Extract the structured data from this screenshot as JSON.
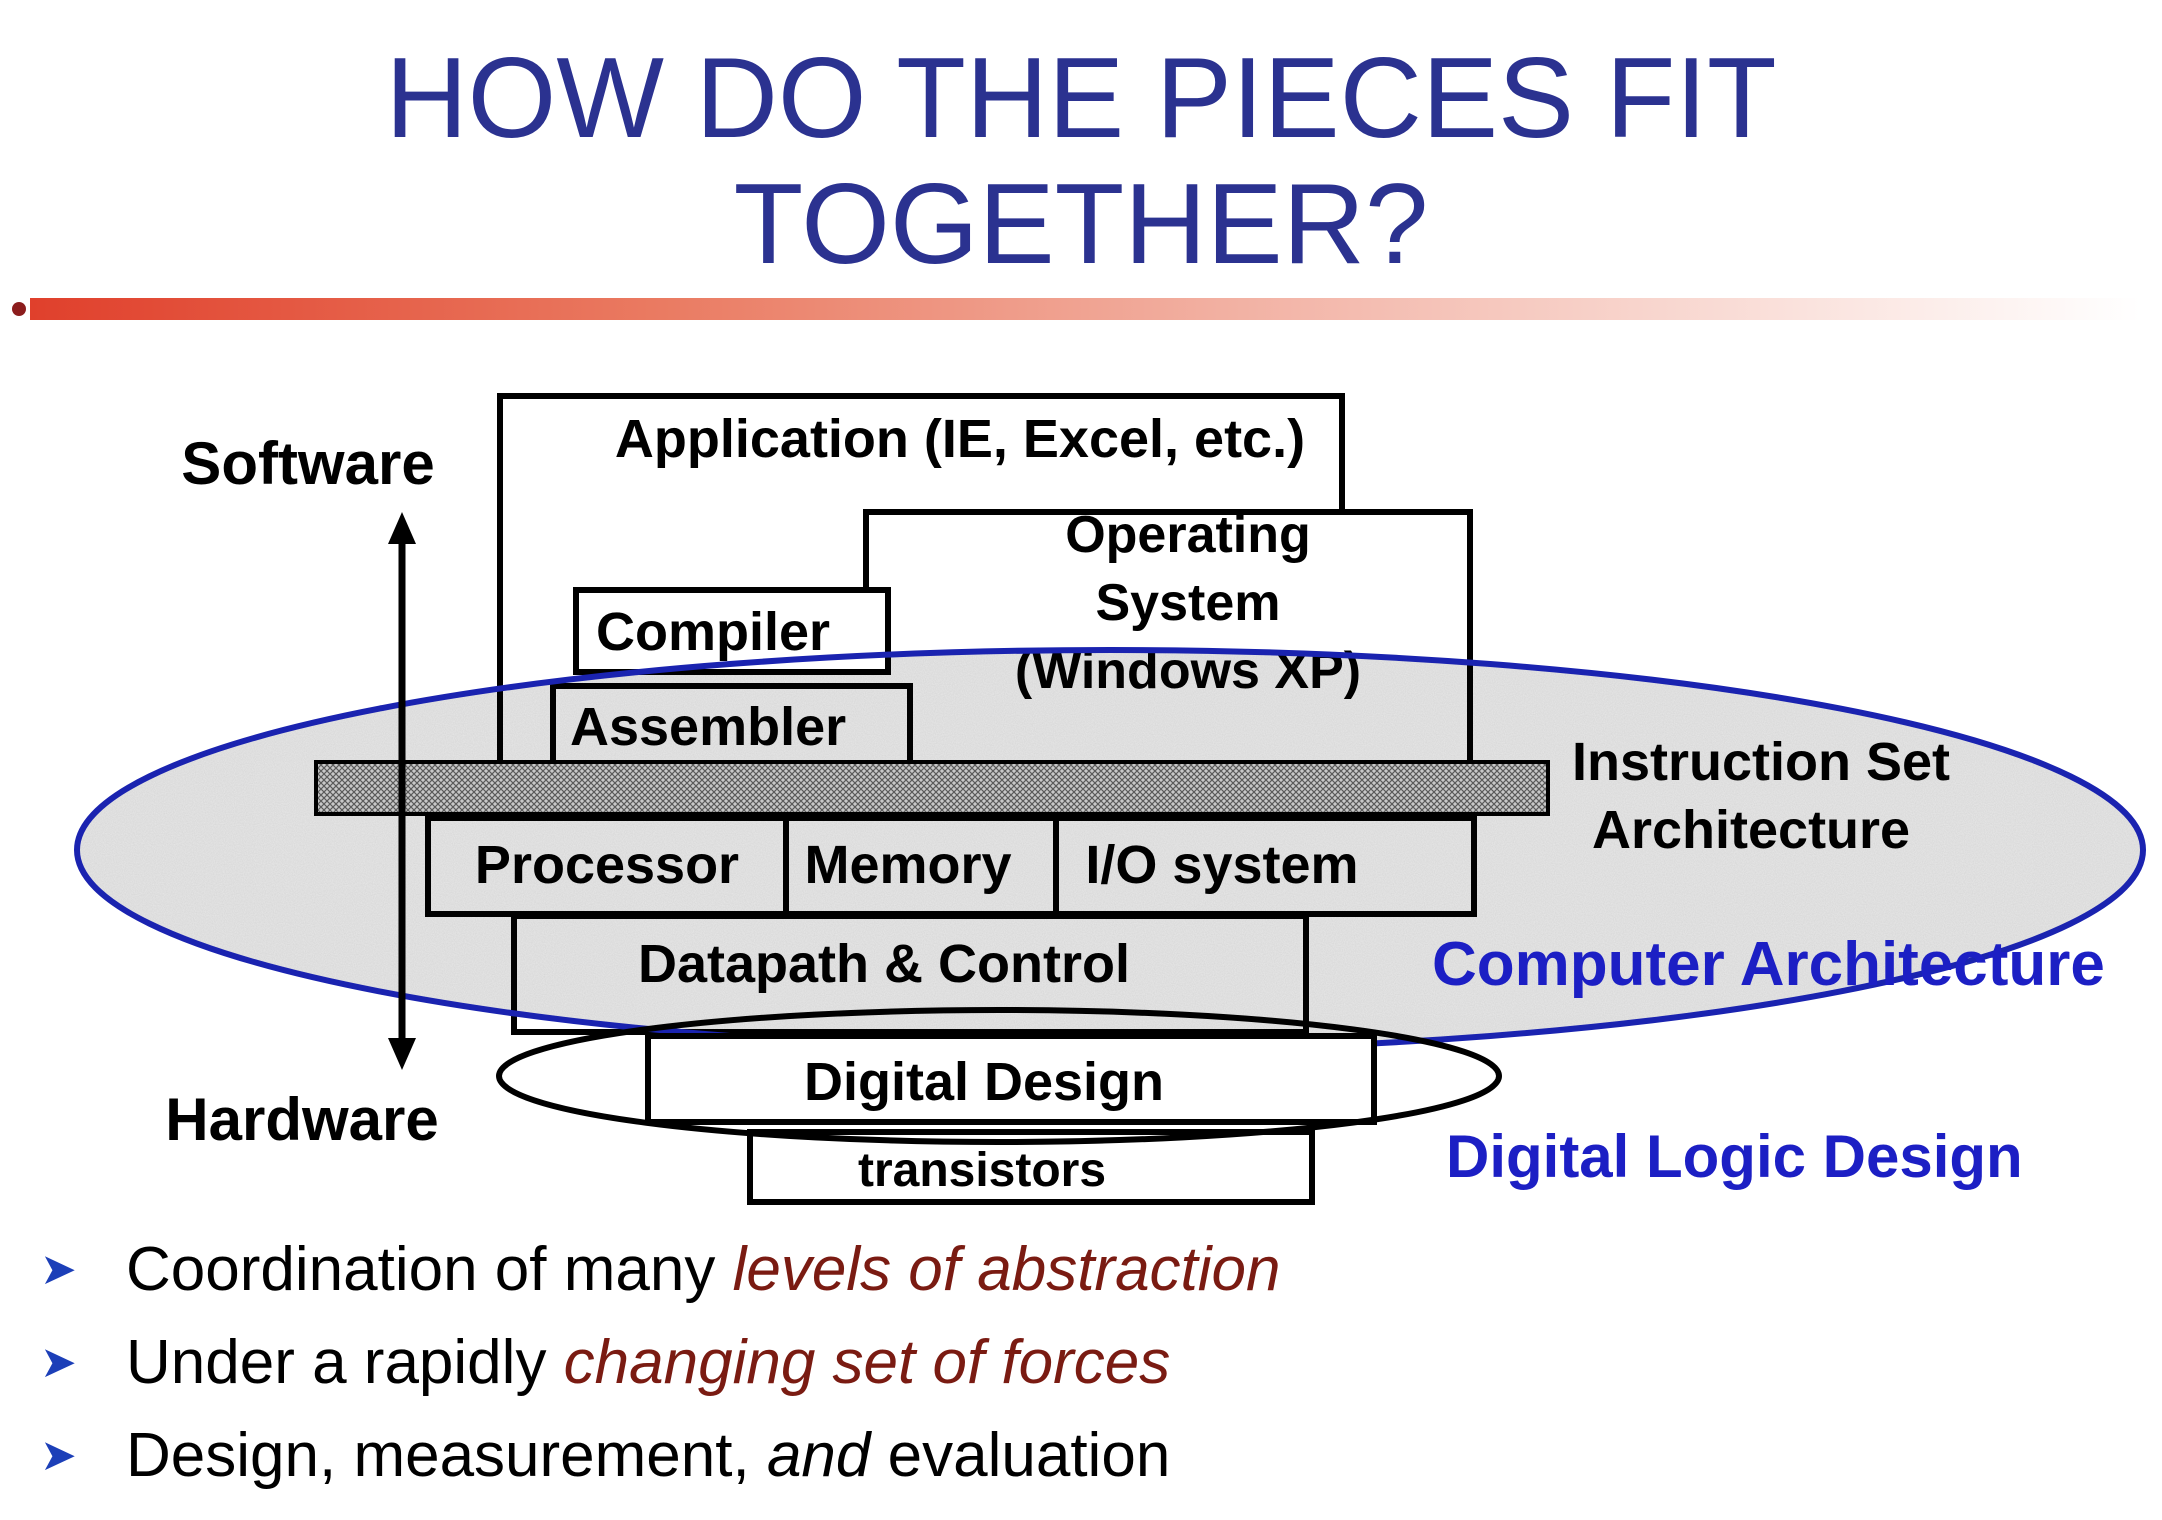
{
  "slide": {
    "title_line1": "HOW DO THE PIECES FIT",
    "title_line2": "TOGETHER?"
  },
  "diagram": {
    "axis": {
      "top_label": "Software",
      "bottom_label": "Hardware"
    },
    "layers": {
      "application": "Application (IE, Excel, etc.)",
      "os_line1": "Operating",
      "os_line2": "System",
      "os_line3": "(Windows XP)",
      "compiler": "Compiler",
      "assembler": "Assembler",
      "processor": "Processor",
      "memory": "Memory",
      "io_system": "I/O system",
      "datapath": "Datapath & Control",
      "digital_design": "Digital Design",
      "transistors": "transistors"
    },
    "isa_line1": "Instruction Set",
    "isa_line2": "Architecture",
    "region_labels": {
      "computer_architecture": "Computer Architecture",
      "digital_logic_design": "Digital Logic Design"
    },
    "colors": {
      "title": "#2b3290",
      "region_label": "#1c1fc4",
      "ellipse_outline": "#1a23b0",
      "emphasis": "#7a1b12"
    }
  },
  "bullets": [
    {
      "text": "Coordination of many ",
      "emphasis": "levels of abstraction",
      "tail": ""
    },
    {
      "text": "Under a rapidly ",
      "emphasis": "changing set of forces",
      "tail": ""
    },
    {
      "text": "Design, measurement, ",
      "emphasis": "and",
      "tail": " evaluation"
    }
  ],
  "bullet_marker": "➤"
}
